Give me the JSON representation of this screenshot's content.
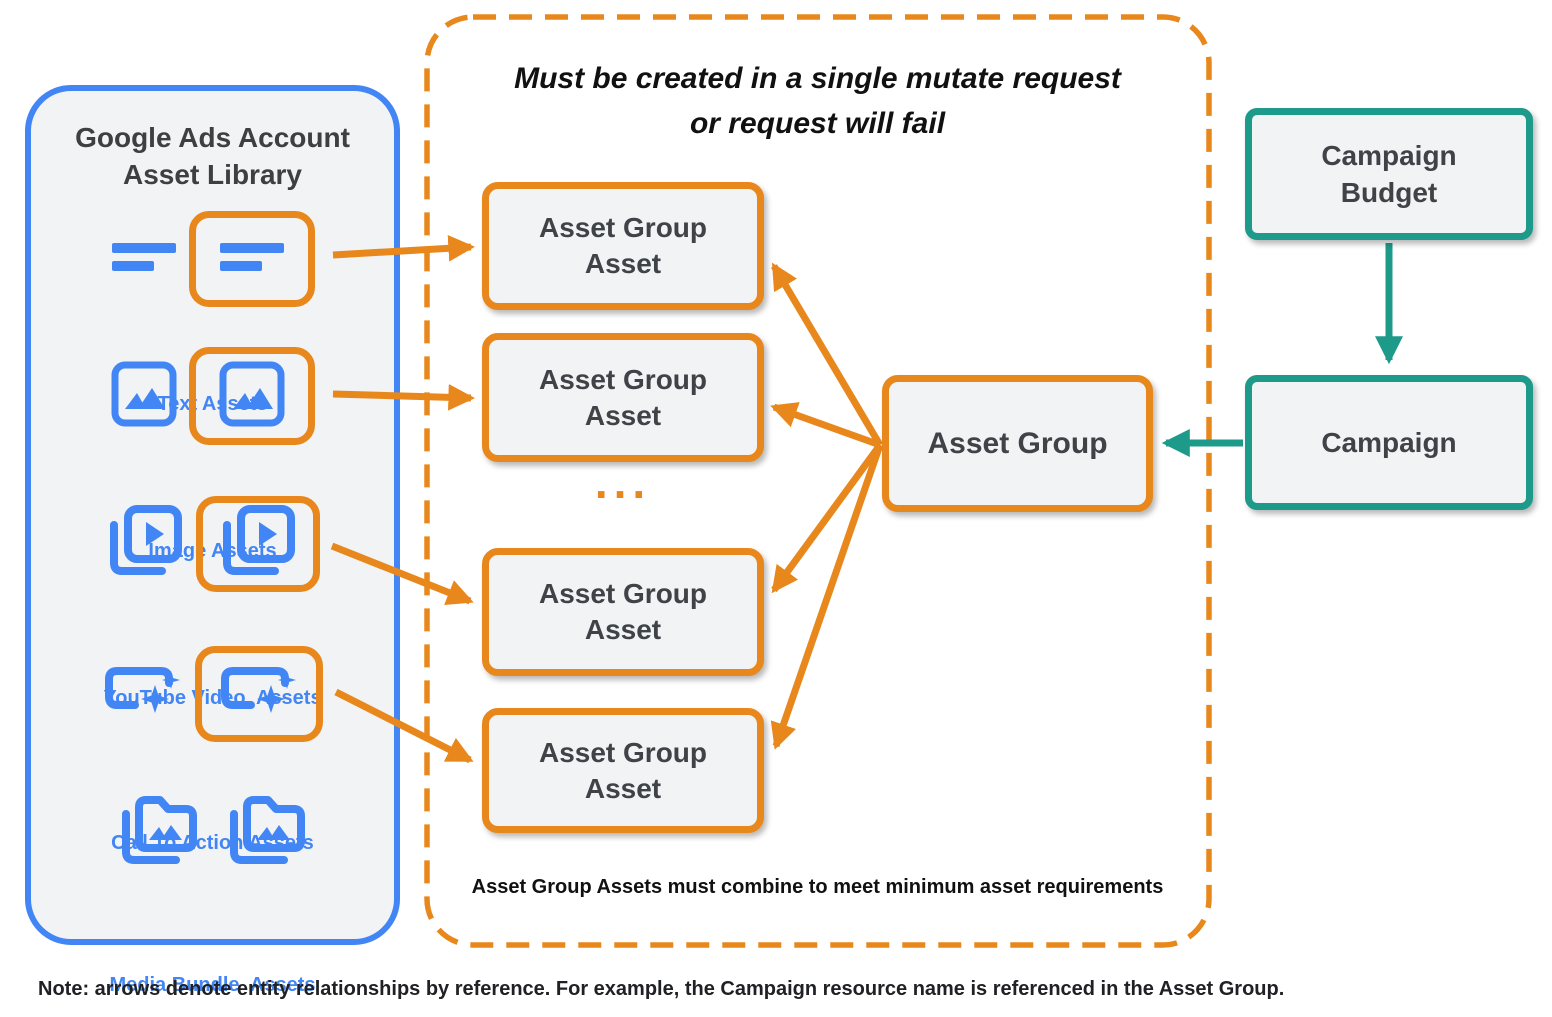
{
  "colors": {
    "blue": "#4285F4",
    "orange": "#E8871C",
    "teal": "#1E9A8A",
    "box_fill": "#F1F3F4",
    "dark_text": "#3C4043"
  },
  "sidebar": {
    "title_line1": "Google Ads Account",
    "title_line2": "Asset Library",
    "items": [
      {
        "label": "Text Assets",
        "icon": "text-asset-icon"
      },
      {
        "label": "Image Assets",
        "icon": "image-asset-icon"
      },
      {
        "label": "YouTube Video  Assets",
        "icon": "youtube-video-asset-icon"
      },
      {
        "label": "Call To Action Assets",
        "icon": "call-to-action-asset-icon"
      },
      {
        "label": "Media Bundle  Assets",
        "icon": "media-bundle-asset-icon"
      }
    ]
  },
  "mutate_box": {
    "title_line1": "Must be created in a single mutate request",
    "title_line2": "or request will fail",
    "asset_group_asset_boxes": [
      "Asset Group Asset",
      "Asset Group Asset",
      "Asset Group Asset",
      "Asset Group Asset"
    ],
    "ellipsis": "...",
    "asset_group_label": "Asset Group",
    "footer": "Asset Group Assets must combine to meet minimum asset requirements"
  },
  "right_column": {
    "campaign_budget_label": "Campaign Budget",
    "campaign_label": "Campaign"
  },
  "note": "Note: arrows denote entity relationships by reference. For example, the Campaign resource name is referenced in the Asset Group."
}
